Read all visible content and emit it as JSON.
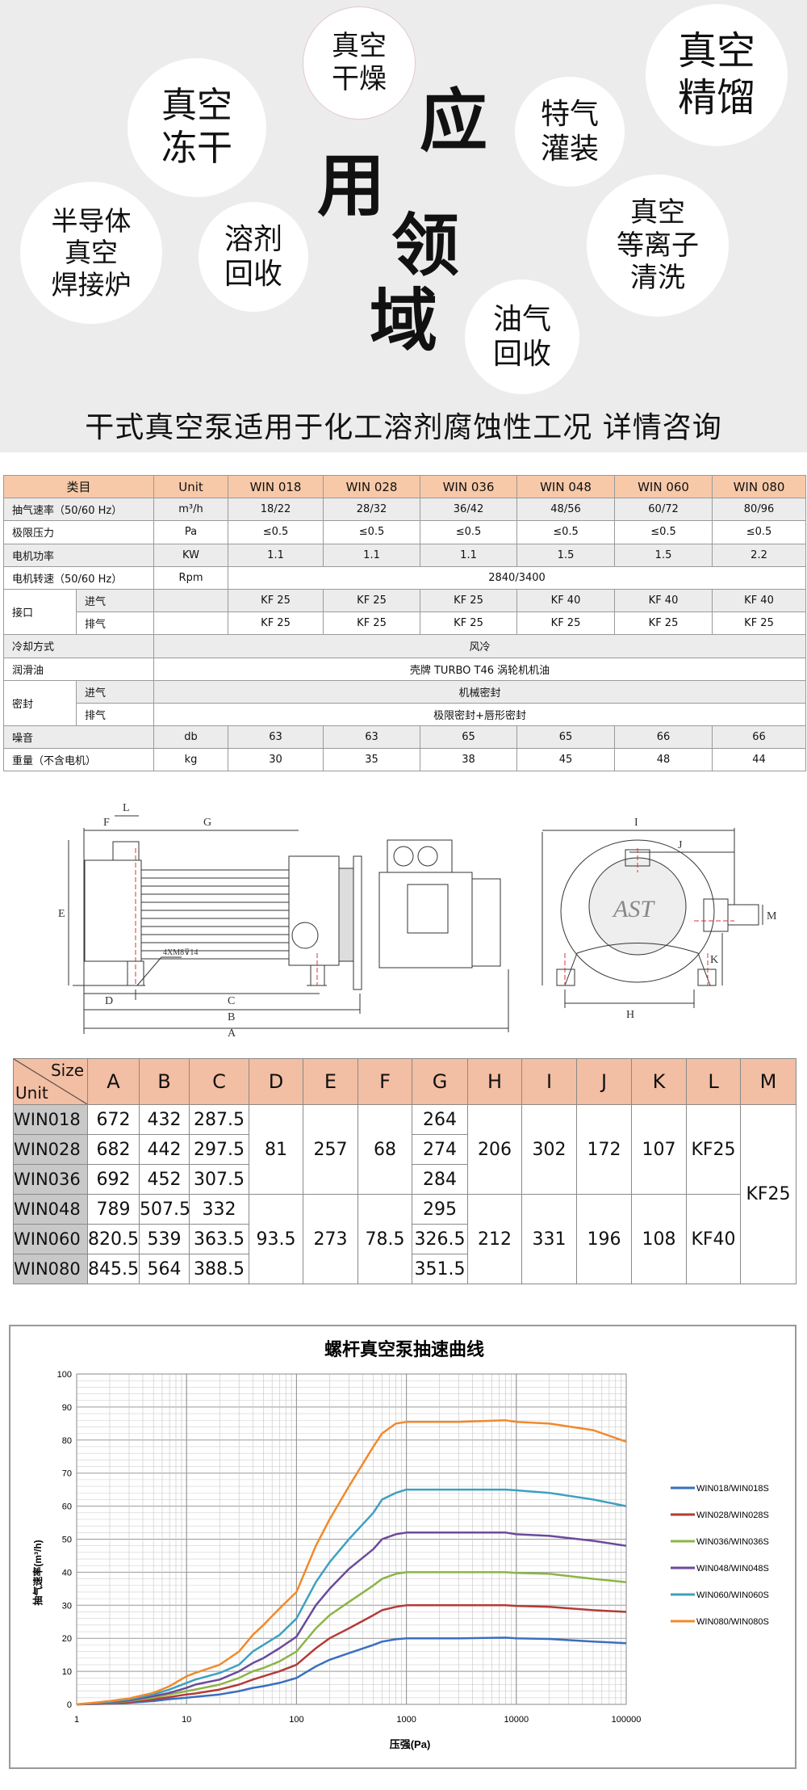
{
  "hero": {
    "bubbles": [
      {
        "text": "真空\n干燥"
      },
      {
        "text": "真空\n冻干"
      },
      {
        "text": "真空\n精馏"
      },
      {
        "text": "特气\n灌装"
      },
      {
        "text": "半导体\n真空\n焊接炉"
      },
      {
        "text": "溶剂\n回收"
      },
      {
        "text": "真空\n等离子\n清洗"
      },
      {
        "text": "油气\n回收"
      }
    ],
    "heading": [
      "应",
      "用",
      "领",
      "域"
    ],
    "slogan": "干式真空泵适用于化工溶剂腐蚀性工况  详情咨询"
  },
  "spec": {
    "header": [
      "类目",
      "Unit",
      "WIN 018",
      "WIN 028",
      "WIN 036",
      "WIN 048",
      "WIN 060",
      "WIN 080"
    ],
    "rows": [
      {
        "label": "抽气速率（50/60 Hz）",
        "unit": "m³/h",
        "values": [
          "18/22",
          "28/32",
          "36/42",
          "48/56",
          "60/72",
          "80/96"
        ]
      },
      {
        "label": "极限压力",
        "unit": "Pa",
        "values": [
          "≤0.5",
          "≤0.5",
          "≤0.5",
          "≤0.5",
          "≤0.5",
          "≤0.5"
        ]
      },
      {
        "label": "电机功率",
        "unit": "KW",
        "values": [
          "1.1",
          "1.1",
          "1.1",
          "1.5",
          "1.5",
          "2.2"
        ]
      },
      {
        "label": "电机转速（50/60 Hz）",
        "unit": "Rpm",
        "merged": "2840/3400"
      }
    ],
    "port": {
      "label": "接口",
      "inlet": {
        "label": "进气",
        "values": [
          "KF 25",
          "KF 25",
          "KF 25",
          "KF 40",
          "KF 40",
          "KF 40"
        ]
      },
      "outlet": {
        "label": "排气",
        "values": [
          "KF 25",
          "KF 25",
          "KF 25",
          "KF 25",
          "KF 25",
          "KF 25"
        ]
      }
    },
    "cooling": {
      "label": "冷却方式",
      "value": "风冷"
    },
    "oil": {
      "label": "润滑油",
      "value": "壳牌  TURBO T46 涡轮机机油"
    },
    "seal": {
      "label": "密封",
      "inlet": {
        "label": "进气",
        "value": "机械密封"
      },
      "outlet": {
        "label": "排气",
        "value": "极限密封+唇形密封"
      }
    },
    "noise": {
      "label": "噪音",
      "unit": "db",
      "values": [
        "63",
        "63",
        "65",
        "65",
        "66",
        "66"
      ]
    },
    "weight": {
      "label": "重量（不含电机）",
      "unit": "kg",
      "values": [
        "30",
        "35",
        "38",
        "45",
        "48",
        "44"
      ]
    }
  },
  "drawing": {
    "labels": {
      "A": "A",
      "B": "B",
      "C": "C",
      "D": "D",
      "E": "E",
      "F": "F",
      "G": "G",
      "L": "L",
      "I": "I",
      "J": "J",
      "H": "H",
      "K": "K",
      "M": "M"
    },
    "hole_note": "4XM8⊽14",
    "logo": "AST"
  },
  "dimensions": {
    "corner_top": "Size",
    "corner_bottom": "Unit",
    "columns": [
      "A",
      "B",
      "C",
      "D",
      "E",
      "F",
      "G",
      "H",
      "I",
      "J",
      "K",
      "L",
      "M"
    ],
    "models": [
      "WIN018",
      "WIN028",
      "WIN036",
      "WIN048",
      "WIN060",
      "WIN080"
    ],
    "A": [
      "672",
      "682",
      "692",
      "789",
      "820.5",
      "845.5"
    ],
    "B": [
      "432",
      "442",
      "452",
      "507.5",
      "539",
      "564"
    ],
    "C": [
      "287.5",
      "297.5",
      "307.5",
      "332",
      "363.5",
      "388.5"
    ],
    "G": [
      "264",
      "274",
      "284",
      "295",
      "326.5",
      "351.5"
    ],
    "group1": {
      "D": "81",
      "E": "257",
      "F": "68",
      "H": "206",
      "I": "302",
      "J": "172",
      "K": "107",
      "L": "KF25"
    },
    "group2": {
      "D": "93.5",
      "E": "273",
      "F": "78.5",
      "H": "212",
      "I": "331",
      "J": "196",
      "K": "108",
      "L": "KF40"
    },
    "M": "KF25"
  },
  "chart_data": {
    "type": "line",
    "title": "螺杆真空泵抽速曲线",
    "xlabel": "压强(Pa)",
    "ylabel": "抽气速率(m³/h)",
    "xscale": "log",
    "xlim": [
      1,
      100000
    ],
    "ylim": [
      0,
      100
    ],
    "xticks": [
      "1",
      "10",
      "100",
      "1000",
      "10000",
      "100000"
    ],
    "yticks": [
      "0",
      "10",
      "20",
      "30",
      "40",
      "50",
      "60",
      "70",
      "80",
      "90",
      "100"
    ],
    "grid": true,
    "legend": "right",
    "x": [
      1,
      2,
      3,
      5,
      7,
      10,
      12,
      20,
      30,
      40,
      50,
      70,
      100,
      150,
      200,
      300,
      500,
      600,
      800,
      1000,
      3000,
      8000,
      10000,
      20000,
      50000,
      100000
    ],
    "series": [
      {
        "name": "WIN018/WIN018S",
        "color": "#3a6fbf",
        "values": [
          0,
          0.2,
          0.5,
          1,
          1.6,
          2,
          2.3,
          3,
          4,
          5,
          5.5,
          6.5,
          8,
          11.5,
          13.5,
          15.5,
          18,
          19,
          19.7,
          20,
          20,
          20.2,
          20,
          19.8,
          19,
          18.5
        ]
      },
      {
        "name": "WIN028/WIN028S",
        "color": "#b33b37",
        "values": [
          0,
          0.3,
          0.7,
          1.5,
          2.2,
          3,
          3.3,
          4.5,
          6,
          7.5,
          8.5,
          10,
          12,
          17,
          20,
          23,
          27,
          28.5,
          29.5,
          30,
          30,
          30,
          29.8,
          29.5,
          28.5,
          28
        ]
      },
      {
        "name": "WIN036/WIN036S",
        "color": "#8db446",
        "values": [
          0,
          0.5,
          1,
          2,
          3,
          4,
          4.5,
          6,
          8,
          10,
          11,
          13,
          16,
          23,
          27,
          31,
          36,
          38,
          39.5,
          40,
          40,
          40,
          39.8,
          39.5,
          38,
          37
        ]
      },
      {
        "name": "WIN048/WIN048S",
        "color": "#6b4a9a",
        "values": [
          0,
          0.6,
          1.2,
          2.5,
          3.5,
          5,
          6,
          7.5,
          10,
          12.5,
          14,
          17,
          20.5,
          30,
          35,
          41,
          47,
          50,
          51.5,
          52,
          52,
          52,
          51.5,
          51,
          49.5,
          48
        ]
      },
      {
        "name": "WIN060/WIN060S",
        "color": "#3ea0c0",
        "values": [
          0,
          0.8,
          1.5,
          3,
          4.5,
          6.5,
          7.5,
          9.5,
          12,
          16,
          18,
          21,
          26,
          37,
          43,
          50,
          58,
          62,
          64,
          65,
          65,
          65,
          64.8,
          64,
          62,
          60
        ]
      },
      {
        "name": "WIN080/WIN080S",
        "color": "#f08a2c",
        "values": [
          0,
          1,
          1.8,
          3.5,
          5.5,
          8.5,
          9.5,
          12,
          16,
          21,
          24,
          29,
          34,
          48,
          56,
          66,
          78,
          82,
          85,
          85.5,
          85.5,
          86,
          85.5,
          85,
          83,
          79.5
        ]
      }
    ]
  }
}
